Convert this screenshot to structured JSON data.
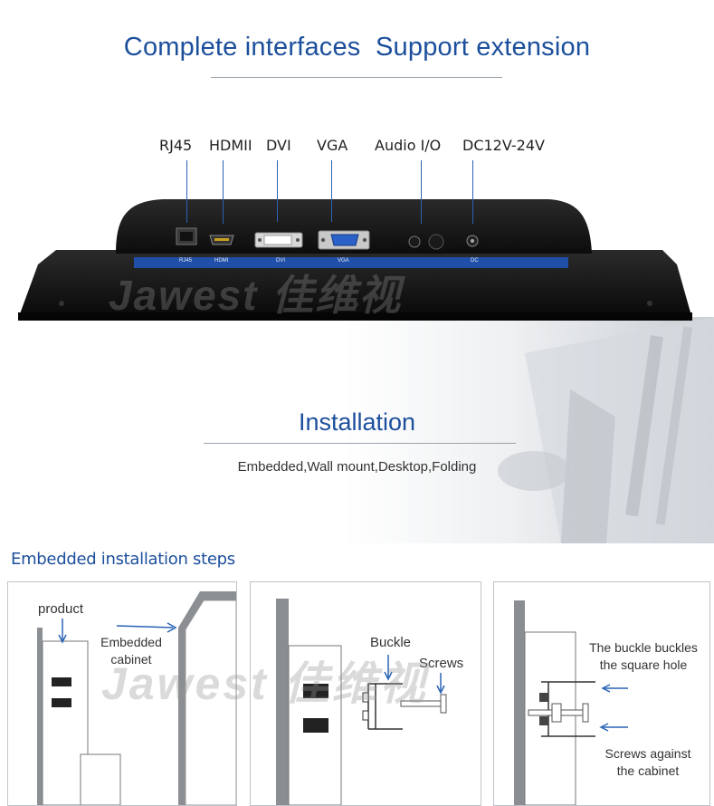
{
  "header": {
    "title": "Complete interfaces  Support extension"
  },
  "ports": {
    "rj45": "RJ45",
    "hdmi": "HDMII",
    "dvi": "DVI",
    "vga": "VGA",
    "audio": "Audio I/O",
    "dc": "DC12V-24V"
  },
  "port_strip": {
    "rj45": "RJ45",
    "hdmi": "HDMI",
    "dvi": "DVI",
    "vga": "VGA",
    "dc": "DC"
  },
  "watermark": "Jawest 佳维视",
  "installation": {
    "title": "Installation",
    "subtitle": "Embedded,Wall mount,Desktop,Folding"
  },
  "steps": {
    "title": "Embedded installation steps",
    "panel1": {
      "product": "product",
      "cabinet_line1": "Embedded",
      "cabinet_line2": "cabinet"
    },
    "panel2": {
      "buckle": "Buckle",
      "screws": "Screws"
    },
    "panel3": {
      "buckle_line1": "The buckle buckles",
      "buckle_line2": "the square hole",
      "screws_line1": "Screws against",
      "screws_line2": "the cabinet"
    }
  },
  "colors": {
    "accent": "#1c4f9c",
    "arrow": "#2a63b5",
    "device": "#151515"
  }
}
